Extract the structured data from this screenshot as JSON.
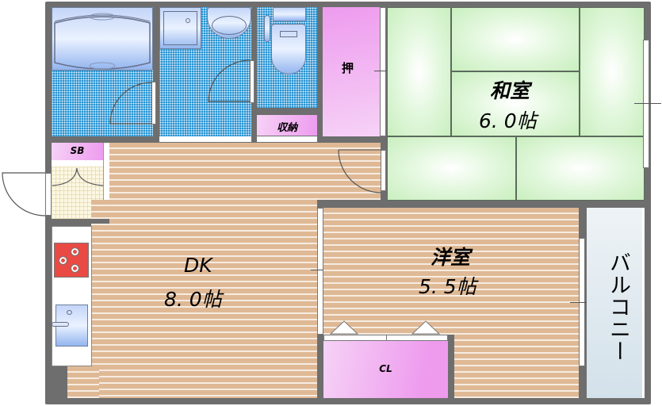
{
  "floorplan": {
    "rooms": {
      "washitsu": {
        "name": "和室",
        "size": "6. 0帖"
      },
      "dk": {
        "name": "DK",
        "size": "8. 0帖"
      },
      "youshitsu": {
        "name": "洋室",
        "size": "5. 5帖"
      },
      "balcony": {
        "name": "バルコニー"
      },
      "oshiire": {
        "name": "押"
      },
      "shuno": {
        "name": "収納"
      },
      "shoebox": {
        "name": "SB"
      },
      "closet": {
        "name": "CL"
      }
    },
    "colors": {
      "wall": "#6e6e6e",
      "wood_floor": "#dfb995",
      "tatami": "#c9efbf",
      "wet_area": "#1f8fd0",
      "storage": "#ee9bee",
      "stove": "#e94a44",
      "balcony": "#d3e1ea"
    }
  }
}
